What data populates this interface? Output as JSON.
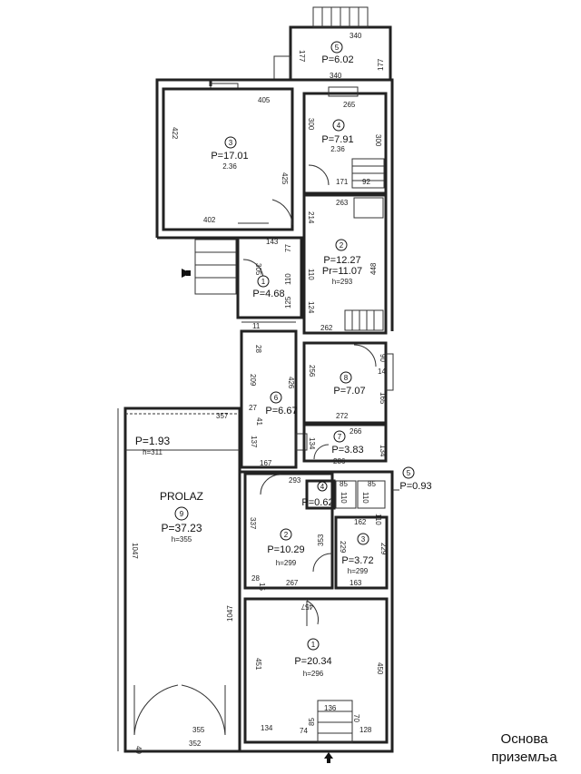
{
  "caption": {
    "line1": "Основа",
    "line2": "приземља"
  },
  "rooms": {
    "r5_top": {
      "num": "5",
      "area": "P=6.02"
    },
    "r3_top": {
      "num": "3",
      "area": "P=17.01",
      "h": "2.36"
    },
    "r4_top": {
      "num": "4",
      "area": "P=7.91",
      "h": "2.36"
    },
    "r2_top": {
      "num": "2",
      "area": "P=12.27",
      "area2": "Pr=11.07",
      "h": "h=293"
    },
    "r1_mid": {
      "num": "1",
      "area": "P=4.68"
    },
    "r8": {
      "num": "8",
      "area": "P=7.07"
    },
    "r6": {
      "num": "6",
      "area": "P=6.67"
    },
    "r7": {
      "num": "7",
      "area": "P=3.83"
    },
    "prolaz": {
      "name": "PROLAZ",
      "num": "9",
      "area": "P=37.23",
      "h": "h=355"
    },
    "p193": {
      "area": "P=1.93",
      "h": "h=311"
    },
    "r4_low": {
      "num": "4",
      "area": "P=0.62"
    },
    "r5_low": {
      "num": "5",
      "area": "P=0.93"
    },
    "r2_low": {
      "num": "2",
      "area": "P=10.29",
      "h": "h=299"
    },
    "r3_low": {
      "num": "3",
      "area": "P=3.72",
      "h": "h=299"
    },
    "r1_low": {
      "num": "1",
      "area": "P=20.34",
      "h": "h=296"
    }
  },
  "dims": {
    "d340a": "340",
    "d177a": "177",
    "d177b": "177",
    "d340b": "340",
    "d405": "405",
    "d422": "422",
    "d425": "425",
    "d402": "402",
    "d265": "265",
    "d300a": "300",
    "d300b": "300",
    "d171": "171",
    "d92": "92",
    "d263": "263",
    "d214": "214",
    "d448": "448",
    "d143": "143",
    "d77": "77",
    "d305": "305",
    "d110a": "110",
    "d110b": "110",
    "d124": "124",
    "d125": "125",
    "d262": "262",
    "d11": "11",
    "d28a": "28",
    "d90": "90",
    "d14": "14",
    "d256": "256",
    "d209": "209",
    "d426": "426",
    "d165": "165",
    "d272": "272",
    "d27": "27",
    "d41": "41",
    "d357": "357",
    "d266": "266",
    "d137": "137",
    "d134a": "134",
    "d134b": "134",
    "d286": "286",
    "d167": "167",
    "d293": "293",
    "d85a": "85",
    "d110c": "110",
    "d110d": "110",
    "d85b": "85",
    "d162": "162",
    "d337": "337",
    "d353": "353",
    "d229a": "229",
    "d229b": "229",
    "d1047a": "1047",
    "d1047b": "1047",
    "d28b": "28",
    "d15": "15",
    "d267": "267",
    "d163": "163",
    "d457": "457",
    "d451": "451",
    "d450": "450",
    "d136": "136",
    "d70": "70",
    "d134c": "134",
    "d74": "74",
    "d85c": "85",
    "d128": "128",
    "d355": "355",
    "d352": "352",
    "d49": "49"
  }
}
